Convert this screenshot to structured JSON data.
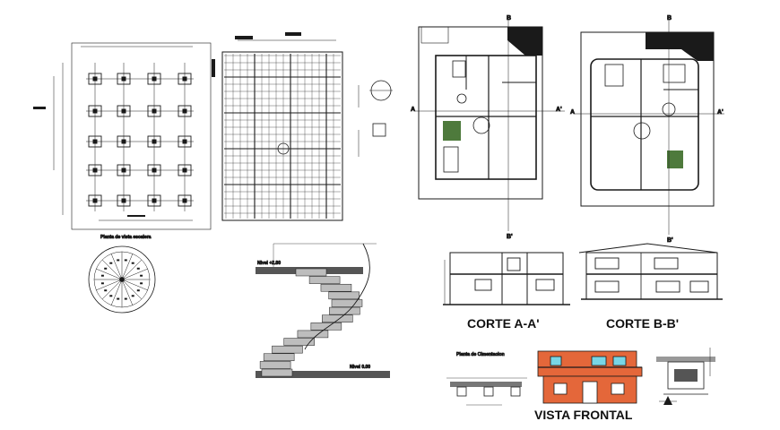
{
  "colors": {
    "line": "#1a1a1a",
    "fill_dark": "#2b2b2b",
    "facade_orange": "#e4673a",
    "facade_cyan": "#78d6e6",
    "furniture_green": "#4e7a3c",
    "background": "#ffffff"
  },
  "labels": {
    "corte_a": "CORTE A-A'",
    "corte_b": "CORTE B-B'",
    "vista_frontal": "VISTA FRONTAL",
    "stair_plan_caption": "Planta de vista escalera",
    "foundation_caption": "Planta de Cimentacion",
    "stair_top_level": "Nivel +2.80",
    "stair_bottom_level": "Nivel 0.00",
    "cut_a": "A",
    "cut_a_prime": "A'",
    "cut_b": "B",
    "cut_b_prime": "B'"
  }
}
